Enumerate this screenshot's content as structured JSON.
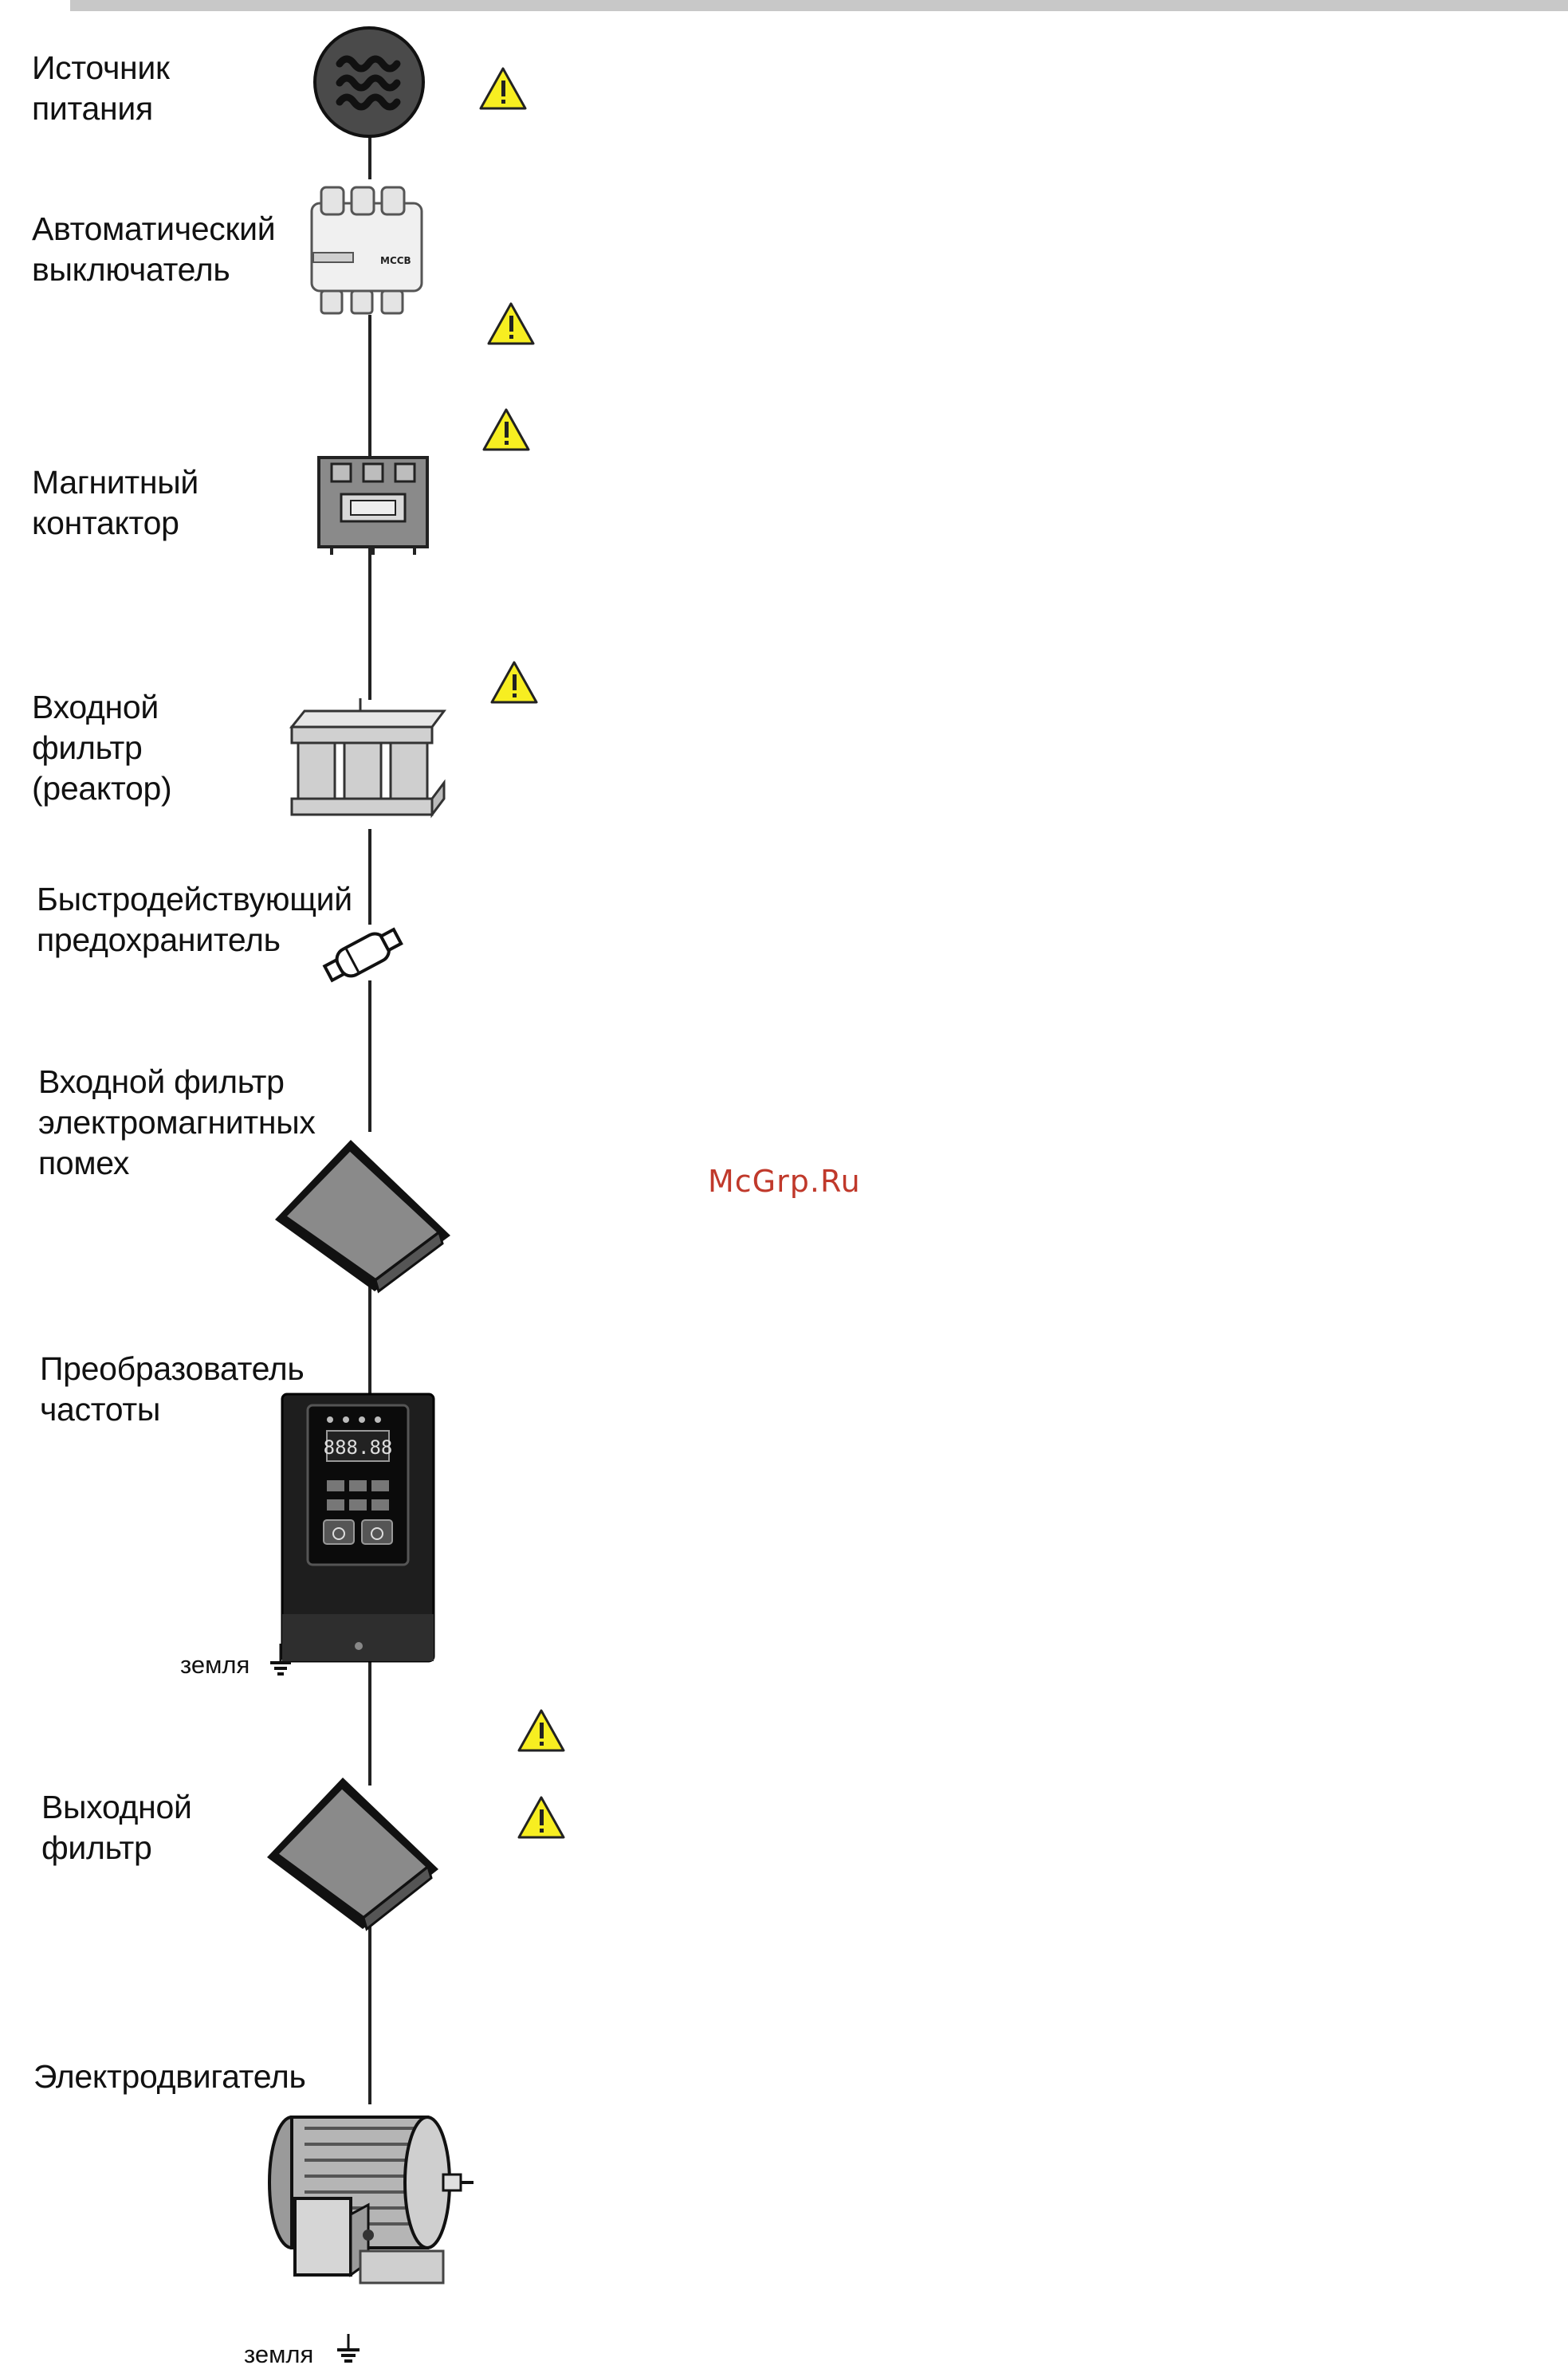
{
  "labels": {
    "power_source": "Источник\nпитания",
    "circuit_breaker": "Автоматический\nвыключатель",
    "magnetic_contactor": "Магнитный\nконтактор",
    "input_reactor": "Входной\nфильтр\n(реактор)",
    "fast_fuse": "Быстродействующий\nпредохранитель",
    "emi_filter": "Входной фильтр\nэлектромагнитных\nпомех",
    "inverter": "Преобразователь\nчастоты",
    "output_filter": "Выходной\nфильтр",
    "motor": "Электродвигатель"
  },
  "ground_label": "земля",
  "breaker_marking": "MCCB",
  "inverter_display": "888.88",
  "watermark": "McGrp.Ru",
  "colors": {
    "warning_fill": "#f7ee21",
    "line": "#222222",
    "watermark": "#c0392b",
    "device_dark": "#1e1e1e",
    "device_grey": "#8a8a8a"
  }
}
